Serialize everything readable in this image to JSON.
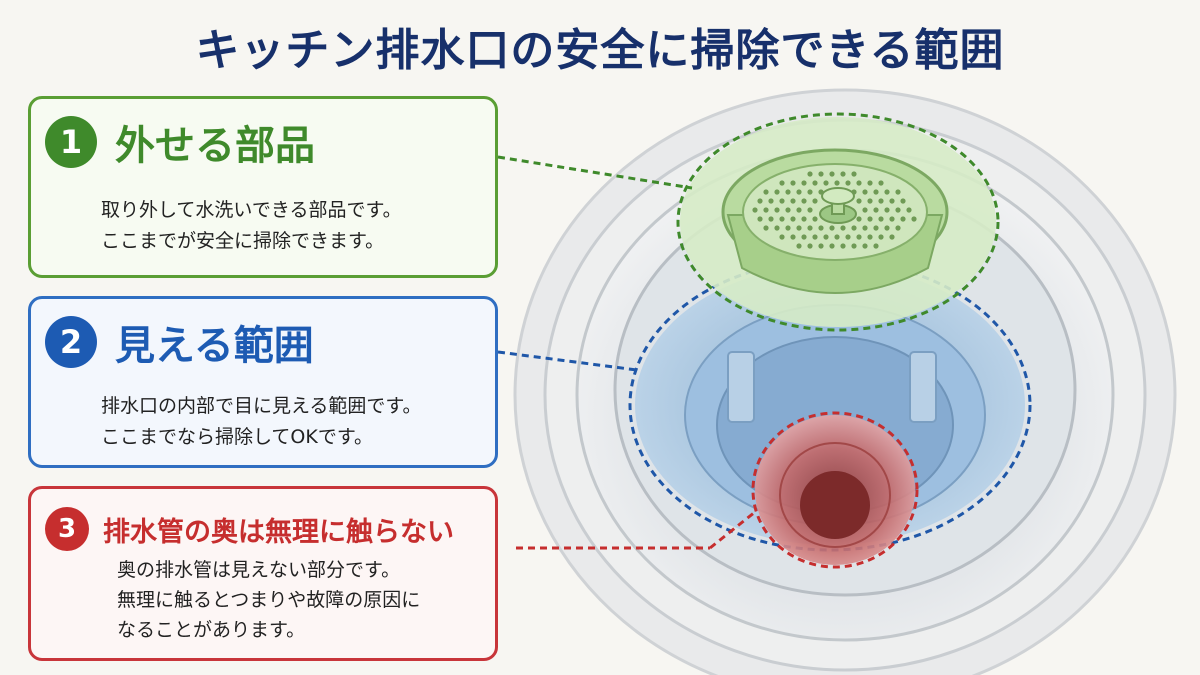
{
  "title": "キッチン排水口の安全に掃除できる範囲",
  "sections": [
    {
      "number": "1",
      "heading": "外せる部品",
      "description": "取り外して水洗いできる部品です。\nここまでが安全に掃除できます。",
      "color": "#3f8a2b"
    },
    {
      "number": "2",
      "heading": "見える範囲",
      "description": "排水口の内部で目に見える範囲です。\nここまでなら掃除してOKです。",
      "color": "#1d5bb3"
    },
    {
      "number": "3",
      "heading": "排水管の奥は無理に触らない",
      "description": "奥の排水管は見えない部分です。\n無理に触るとつまりや故障の原因に\nなることがあります。",
      "color": "#c62e2e"
    }
  ],
  "colors": {
    "green_zone": "#a9d58f",
    "blue_zone": "#9cc3e6",
    "red_zone": "#e59a9a",
    "title": "#17306b"
  }
}
